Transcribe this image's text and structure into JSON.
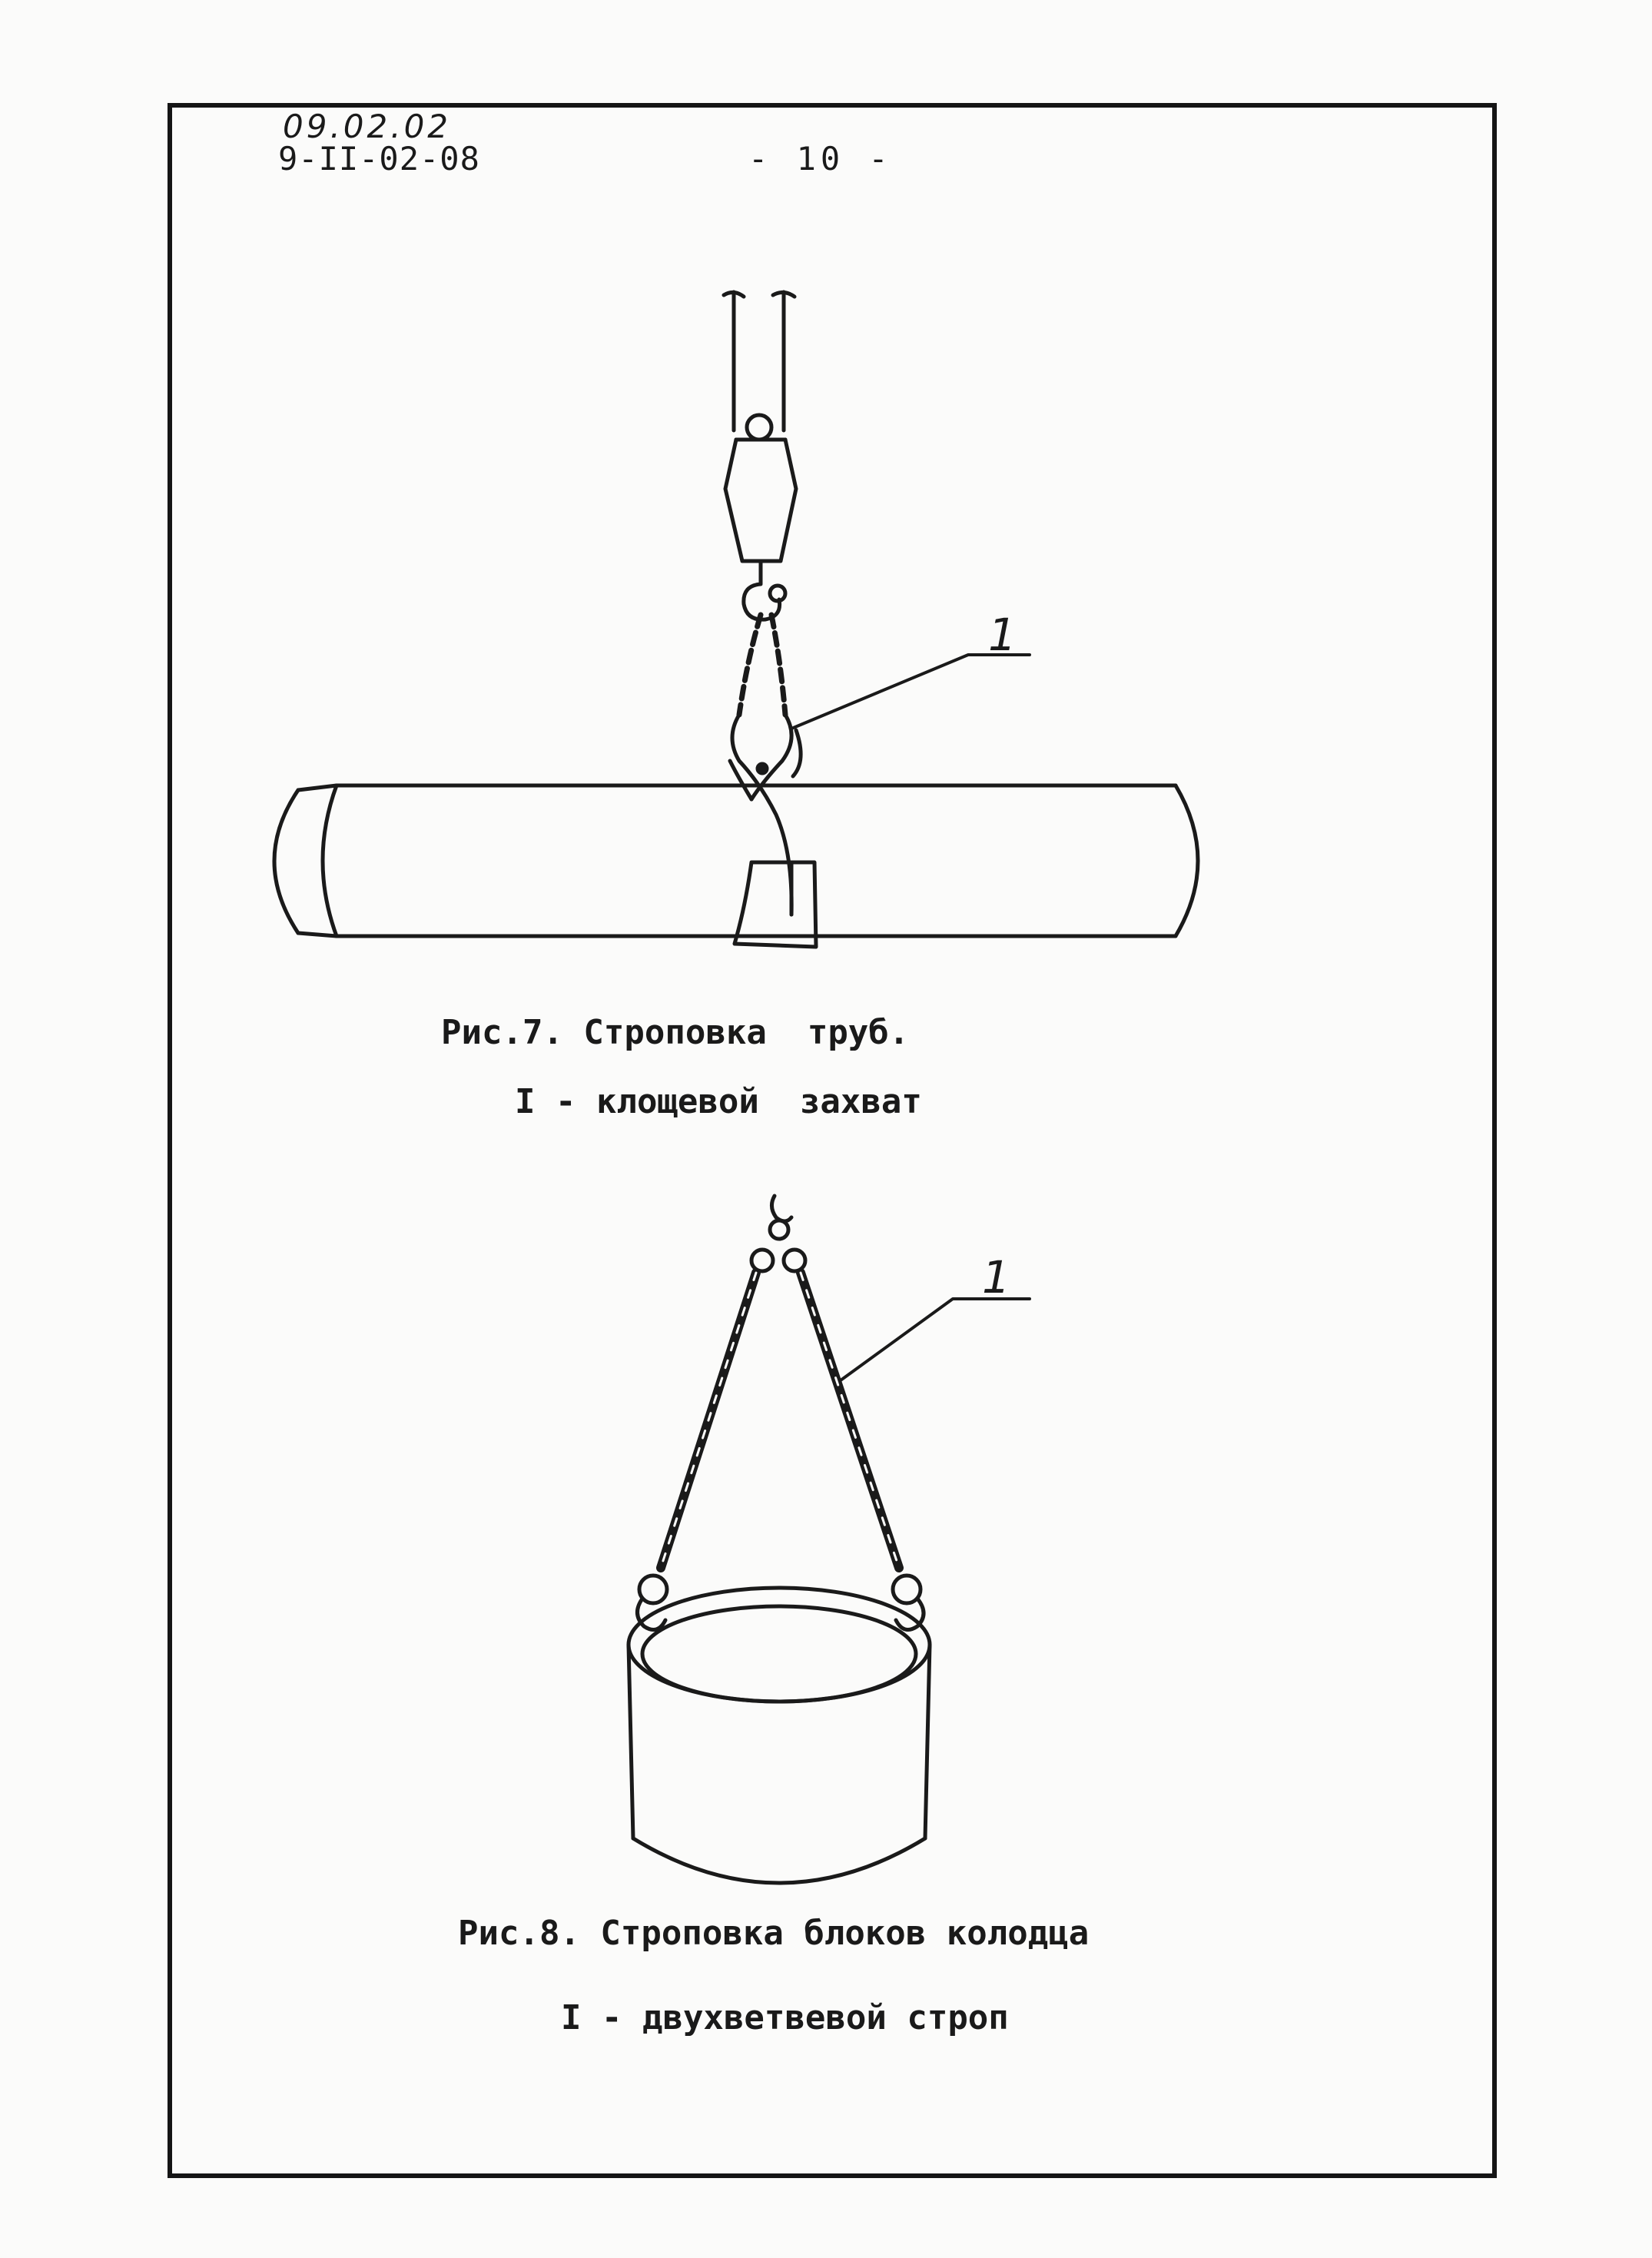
{
  "header": {
    "doc_code": "09.02.02",
    "doc_number": "9-II-02-08",
    "page_number": "- 10 -"
  },
  "figure7": {
    "caption": "Рис.7. Строповка  труб.",
    "legend": "I - клощевой  захват",
    "callout": "1",
    "callout_icon": "pipe-tongs-grab-icon"
  },
  "figure8": {
    "caption": "Рис.8. Строповка блоков колодца",
    "legend": "I - двухветвевой строп",
    "callout": "1",
    "callout_icon": "two-leg-sling-icon"
  },
  "colors": {
    "ink": "#1a1a1a",
    "paper": "#fbfbfa"
  }
}
